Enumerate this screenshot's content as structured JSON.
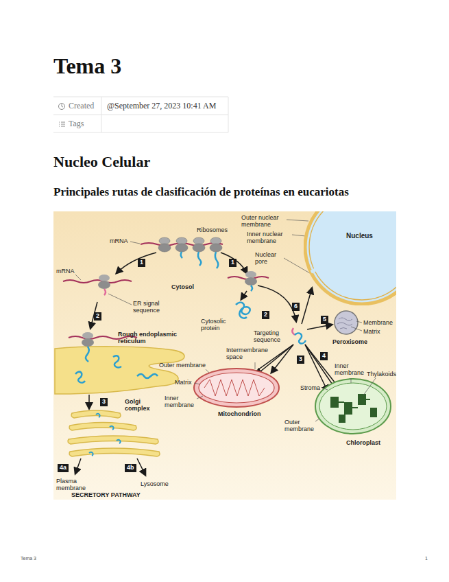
{
  "diagram": {
    "title": "Tema 3",
    "nodes": [
      {
        "text": [
          "Nucleus"
        ]
      }
    ],
    "labels": [
      "Created",
      "@September 27, 2023 10:41 AM",
      "Tags",
      "Nucleo Celular",
      "Principales rutas de clasificación de proteínas en eucariotas",
      "Outer nuclear membrane",
      "Ribosomes",
      "Inner nuclear membrane",
      "mRNA",
      "Nuclear pore",
      "1",
      "1",
      "mRNA",
      "Cytosol",
      "ER signal sequence",
      "6",
      "2",
      "2",
      "Membrane",
      "Cytosolic protein",
      "5",
      "Matrix",
      "Targeting sequence",
      "Rough endoplasmic reticulum",
      "Peroxisome",
      "Intermembrane space",
      "4",
      "3",
      "Inner membrane",
      "Outer membrane",
      "Matrix",
      "Stroma",
      "Thylakoids",
      "Inner membrane",
      "3",
      "Golgi complex",
      "Mitochondrion",
      "Outer membrane",
      "Chloroplast",
      "4a",
      "4b",
      "Plasma membrane",
      "Lysosome",
      "SECRETORY PATHWAY",
      "Tema 3",
      "1"
    ]
  }
}
